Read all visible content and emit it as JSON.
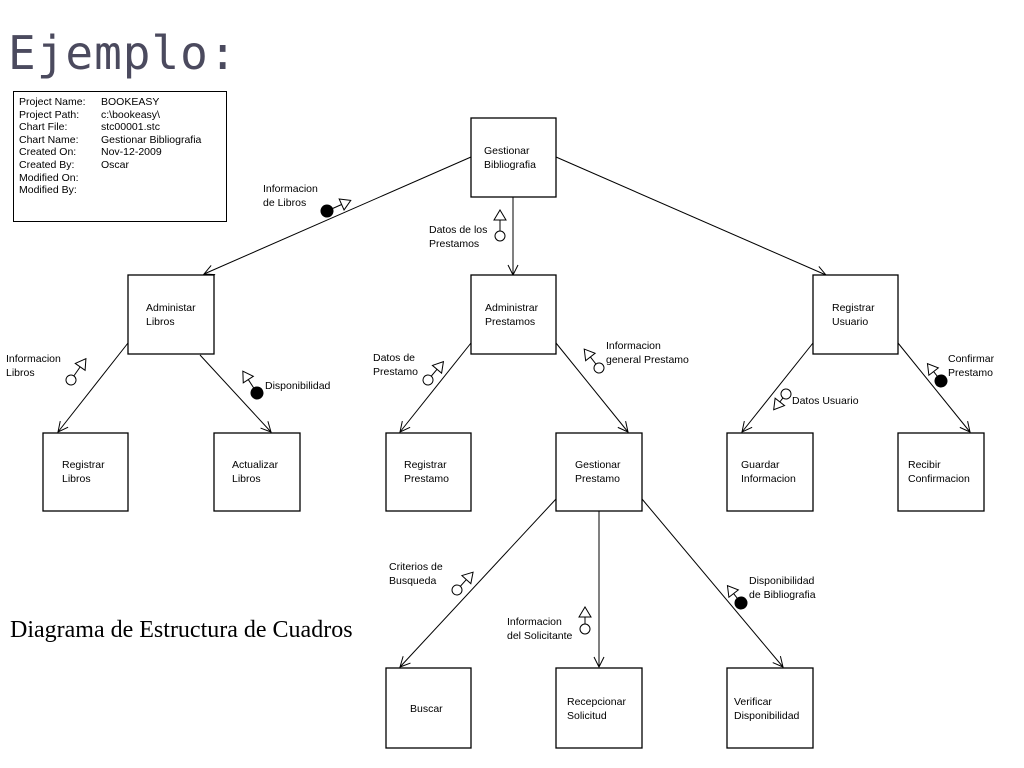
{
  "title": "Ejemplo:",
  "caption": "Diagrama de Estructura de Cuadros",
  "info": [
    {
      "key": "Project Name:",
      "value": "BOOKEASY"
    },
    {
      "key": "Project Path:",
      "value": "c:\\bookeasy\\"
    },
    {
      "key": "Chart File:",
      "value": "stc00001.stc"
    },
    {
      "key": "Chart Name:",
      "value": "Gestionar Bibliografia"
    },
    {
      "key": "Created On:",
      "value": "Nov-12-2009"
    },
    {
      "key": "Created By:",
      "value": "Oscar"
    },
    {
      "key": "Modified On:",
      "value": ""
    },
    {
      "key": "Modified By:",
      "value": ""
    }
  ],
  "modules": {
    "gestionar_bibliografia": [
      "Gestionar",
      "Bibliografia"
    ],
    "administrar_libros": [
      "Administar",
      "Libros"
    ],
    "administrar_prestamos": [
      "Administrar",
      "Prestamos"
    ],
    "registrar_usuario": [
      "Registrar",
      "Usuario"
    ],
    "registrar_libros": [
      "Registrar",
      "Libros"
    ],
    "actualizar_libros": [
      "Actualizar",
      "Libros"
    ],
    "registrar_prestamo": [
      "Registrar",
      "Prestamo"
    ],
    "gestionar_prestamo": [
      "Gestionar",
      "Prestamo"
    ],
    "guardar_informacion": [
      "Guardar",
      "Informacion"
    ],
    "recibir_confirmacion": [
      "Recibir",
      "Confirmacion"
    ],
    "buscar": [
      "Buscar"
    ],
    "recepcionar_solicitud": [
      "Recepcionar",
      "Solicitud"
    ],
    "verificar_disponibilidad": [
      "Verificar",
      "Disponibilidad"
    ]
  },
  "couples": {
    "informacion_de_libros": [
      "Informacion",
      "de Libros"
    ],
    "datos_de_los_prestamos": [
      "Datos de los",
      "Prestamos"
    ],
    "informacion_libros": [
      "Informacion",
      "Libros"
    ],
    "disponibilidad": [
      "Disponibilidad"
    ],
    "datos_de_prestamo": [
      "Datos de",
      "Prestamo"
    ],
    "informacion_general_prestamo": [
      "Informacion",
      "general Prestamo"
    ],
    "datos_usuario": [
      "Datos Usuario"
    ],
    "confirmar_prestamo": [
      "Confirmar",
      "Prestamo"
    ],
    "criterios_de_busqueda": [
      "Criterios de",
      "Busqueda"
    ],
    "informacion_del_solicitante": [
      "Informacion",
      "del Solicitante"
    ],
    "disponibilidad_de_bibliografia": [
      "Disponibilidad",
      "de Bibliografia"
    ]
  }
}
